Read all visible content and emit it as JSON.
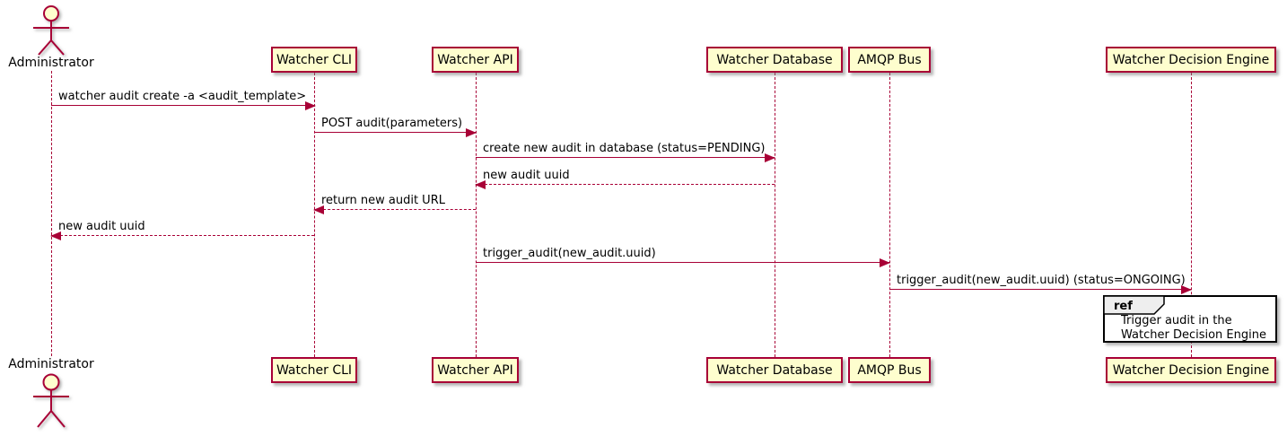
{
  "diagram_type": "sequence",
  "colors": {
    "participant_fill": "#FEFECE",
    "participant_border": "#A80036",
    "arrow": "#A80036",
    "ref_header_fill": "#EEEEEE",
    "ref_border": "#000000"
  },
  "actors": {
    "top_label": "Administrator",
    "bottom_label": "Administrator"
  },
  "participants": [
    {
      "label": "Watcher CLI"
    },
    {
      "label": "Watcher API"
    },
    {
      "label": "Watcher Database"
    },
    {
      "label": "AMQP Bus"
    },
    {
      "label": "Watcher Decision Engine"
    }
  ],
  "messages": [
    {
      "from": "Administrator",
      "to": "Watcher CLI",
      "label": "watcher audit create -a <audit_template>",
      "line": "solid",
      "direction": "right"
    },
    {
      "from": "Watcher CLI",
      "to": "Watcher API",
      "label": "POST audit(parameters)",
      "line": "solid",
      "direction": "right"
    },
    {
      "from": "Watcher API",
      "to": "Watcher Database",
      "label": "create new audit in database (status=PENDING)",
      "line": "solid",
      "direction": "right"
    },
    {
      "from": "Watcher Database",
      "to": "Watcher API",
      "label": "new audit uuid",
      "line": "dashed",
      "direction": "left"
    },
    {
      "from": "Watcher API",
      "to": "Watcher CLI",
      "label": "return new audit URL",
      "line": "dashed",
      "direction": "left"
    },
    {
      "from": "Watcher CLI",
      "to": "Administrator",
      "label": "new audit uuid",
      "line": "dashed",
      "direction": "left"
    },
    {
      "from": "Watcher API",
      "to": "AMQP Bus",
      "label": "trigger_audit(new_audit.uuid)",
      "line": "solid",
      "direction": "right"
    },
    {
      "from": "AMQP Bus",
      "to": "Watcher Decision Engine",
      "label": "trigger_audit(new_audit.uuid) (status=ONGOING)",
      "line": "solid",
      "direction": "right"
    }
  ],
  "ref": {
    "keyword": "ref",
    "lines": [
      "Trigger audit in the",
      "Watcher Decision Engine"
    ]
  }
}
